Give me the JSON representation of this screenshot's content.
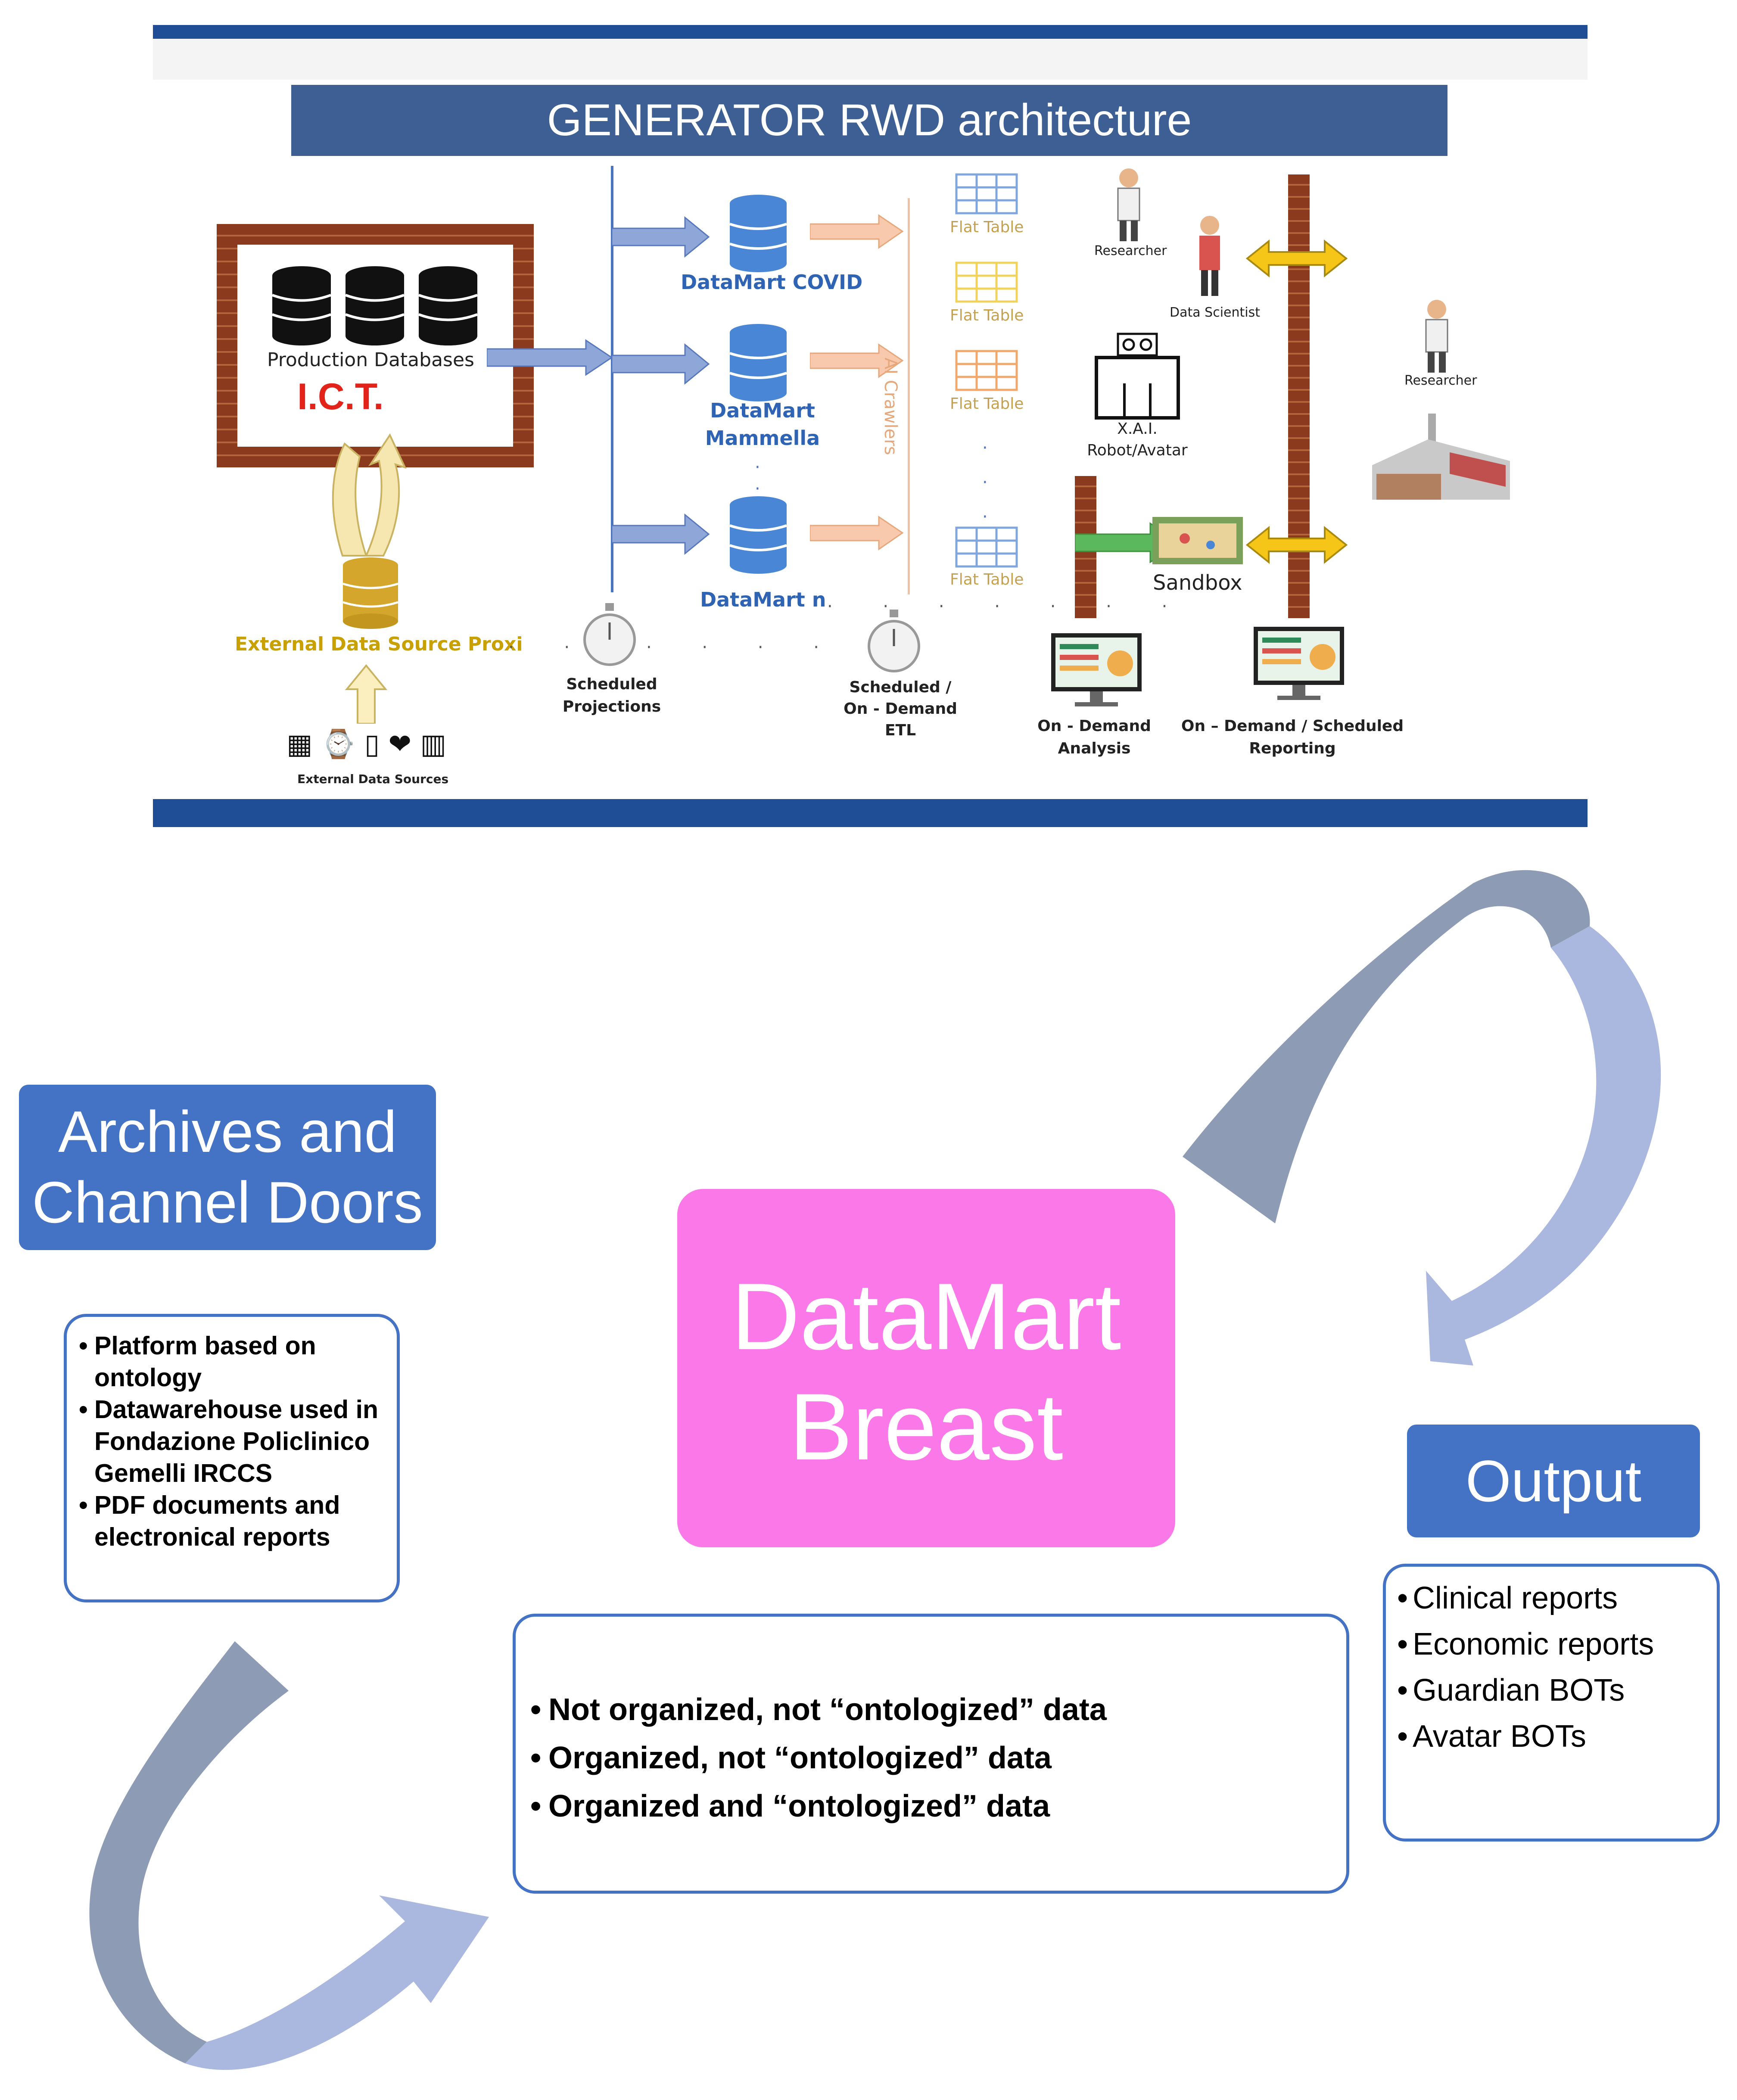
{
  "slide": {
    "title": "GENERATOR RWD architecture",
    "production_databases": "Production Databases",
    "ict": "I.C.T.",
    "external_proxy": "External Data Source Proxi",
    "external_sources": "External Data Sources",
    "datamarts": {
      "covid": "DataMart COVID",
      "mammella_1": "DataMart",
      "mammella_2": "Mammella",
      "n": "DataMart n"
    },
    "ai_crawlers": "AI Crawlers",
    "flat_table": "Flat Table",
    "scheduled_projections_1": "Scheduled",
    "scheduled_projections_2": "Projections",
    "scheduled_etl_1": "Scheduled /",
    "scheduled_etl_2": "On - Demand",
    "scheduled_etl_3": "ETL",
    "researcher": "Researcher",
    "data_scientist": "Data Scientist",
    "xai_1": "X.A.I.",
    "xai_2": "Robot/Avatar",
    "sandbox": "Sandbox",
    "on_demand_analysis_1": "On - Demand",
    "on_demand_analysis_2": "Analysis",
    "reporting_1": "On – Demand / Scheduled",
    "reporting_2": "Reporting"
  },
  "diagram": {
    "archives_line1": "Archives and",
    "archives_line2": "Channel Doors",
    "left_list": [
      "Platform based on ontology",
      "Datawarehouse used in Fondazione Policlinico Gemelli IRCCS",
      "PDF documents and electronical reports"
    ],
    "datamart_line1": "DataMart",
    "datamart_line2": "Breast",
    "middle_list": [
      "Not organized, not “ontologized” data",
      "Organized, not “ontologized” data",
      "Organized and “ontologized” data"
    ],
    "output": "Output",
    "right_list": [
      "Clinical reports",
      "Economic reports",
      " Guardian BOTs",
      "Avatar BOTs"
    ]
  },
  "colors": {
    "slide_blue": "#1f4e96",
    "title_blue": "#3e5f94",
    "box_blue": "#4472c4",
    "pink": "#fb78e8",
    "arrow_dark": "#8e9bb5",
    "arrow_light": "#aab7de",
    "brick": "#a0522d",
    "ict_red": "#e2231a",
    "proxy_gold": "#c8a000"
  }
}
